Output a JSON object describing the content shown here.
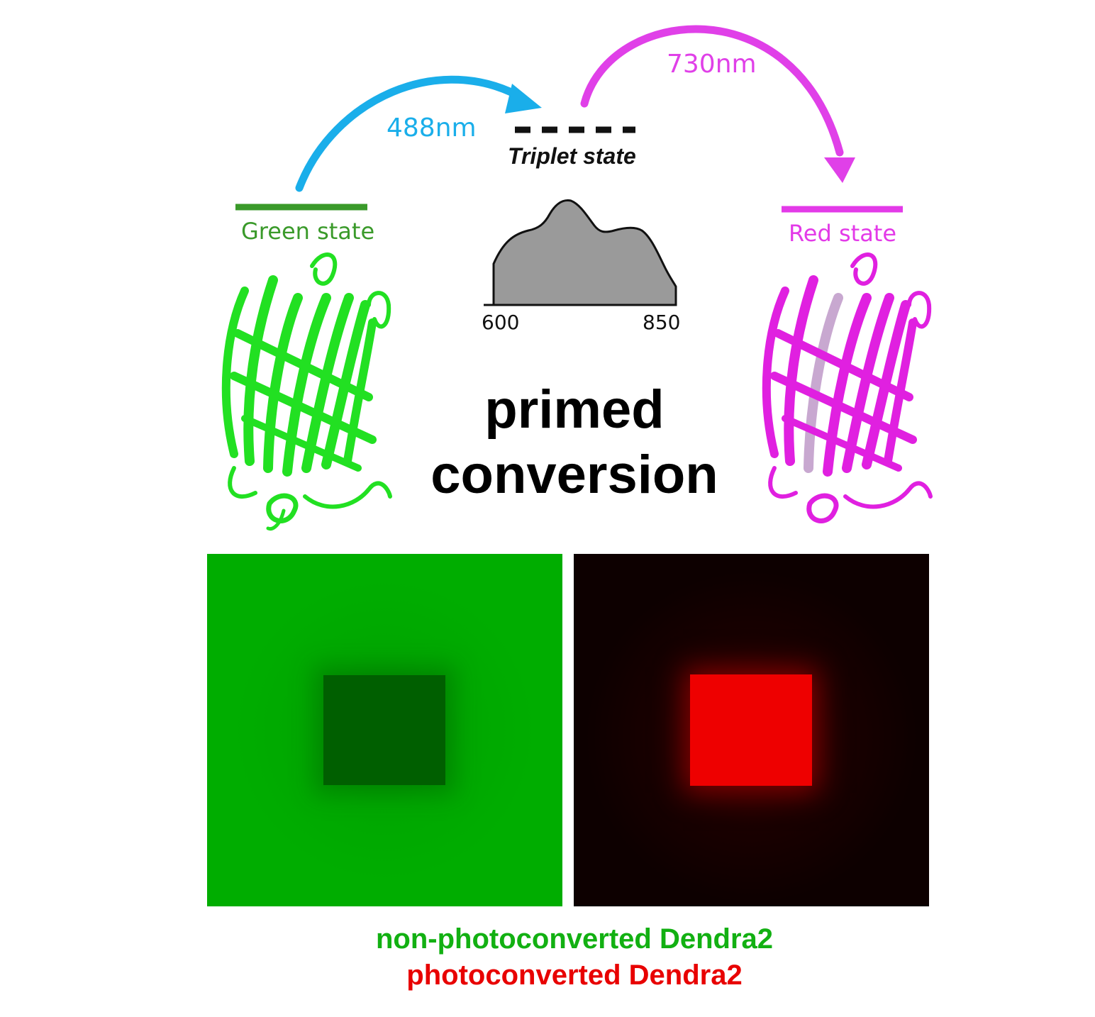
{
  "labels": {
    "wavelength_excite": "488nm",
    "wavelength_prime": "730nm",
    "triplet_state": "Triplet state",
    "green_state": "Green state",
    "red_state": "Red state",
    "spectrum_min": "600",
    "spectrum_max": "850",
    "headline_line1": "primed",
    "headline_line2": "conversion",
    "caption_green": "non-photoconverted Dendra2",
    "caption_red": "photoconverted Dendra2"
  },
  "colors": {
    "blue_arrow": "#1aaeea",
    "magenta_arrow": "#e040e8",
    "green_state": "#3a9a2a",
    "red_state": "#e33ae8",
    "protein_green": "#22e022",
    "protein_magenta": "#e020e0",
    "spectrum_fill": "#9a9a9a",
    "caption_green": "#12b012",
    "caption_red": "#e80000"
  },
  "icons": {
    "green_protein": "beta-barrel-protein-icon",
    "red_protein": "beta-barrel-protein-icon"
  }
}
